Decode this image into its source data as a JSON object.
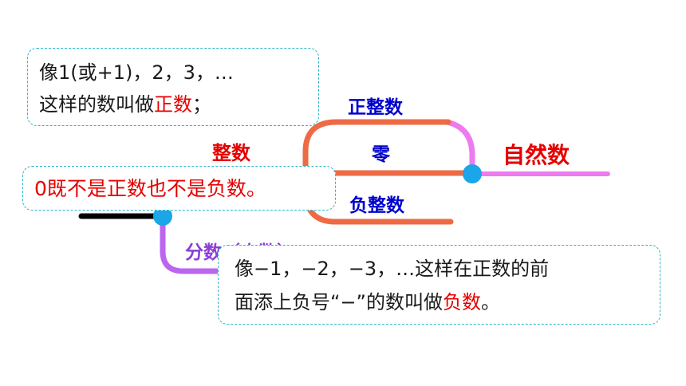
{
  "labels": {
    "positive_int": "正整数",
    "zero": "零",
    "negative_int": "负整数",
    "natural": "自然数",
    "integer": "整数",
    "fraction": "分数（小数）"
  },
  "box_positive": {
    "line1": "像1(或+1)，2，3，…",
    "line2_pre": "这样的数叫做",
    "line2_term": "正数",
    "line2_post": "；"
  },
  "box_zero": {
    "text": "0既不是正数也不是负数。"
  },
  "box_negative": {
    "line1": "像−1，−2，−3，…这样在正数的前",
    "line2_pre": "面添上负号“−”的数叫做",
    "line2_term": "负数",
    "line2_post": "。"
  },
  "colors": {
    "branch_integer": "#ee6a45",
    "branch_natural": "#ee7af0",
    "branch_fraction": "#bb66ee",
    "trunk": "#000000",
    "node": "#1aa6e8",
    "label_blue": "#0000cc",
    "label_red": "#e60000",
    "label_purple": "#8a3fd4",
    "box_border": "#2cb5c8"
  }
}
